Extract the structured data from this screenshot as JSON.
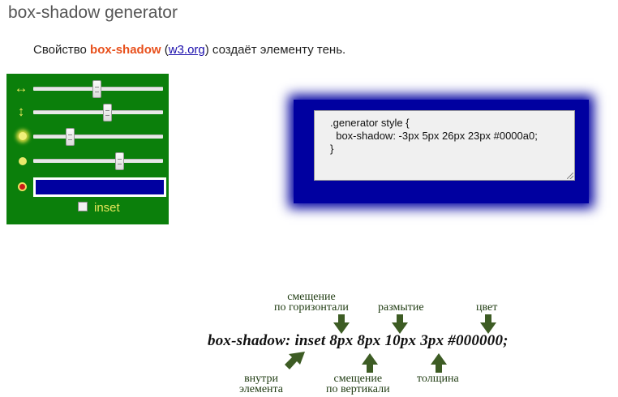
{
  "title": "box-shadow generator",
  "intro": {
    "before": "Свойство ",
    "property": "box-shadow",
    "paren_open": " (",
    "link": "w3.org",
    "paren_close": ")",
    "after": " создаёт элементу тень."
  },
  "controls": {
    "sliders": [
      {
        "name": "horizontal-offset",
        "icon": "horizontal-arrows-icon",
        "value_fraction": 0.49
      },
      {
        "name": "vertical-offset",
        "icon": "vertical-arrows-icon",
        "value_fraction": 0.57
      },
      {
        "name": "blur",
        "icon": "glow-dot-icon",
        "value_fraction": 0.28
      },
      {
        "name": "spread",
        "icon": "dot-icon",
        "value_fraction": 0.66
      }
    ],
    "color": "#0000a0",
    "inset_label": "inset",
    "inset_checked": false
  },
  "preview": {
    "shadow_color": "#0000a0",
    "code": [
      ".generator style {",
      "  box-shadow: -3px 5px 26px 23px #0000a0;",
      "}"
    ]
  },
  "diagram": {
    "syntax": "box-shadow: inset 8px 8px 10px 3px #000000;",
    "labels": {
      "h_offset": [
        "смещение",
        "по горизонтали"
      ],
      "blur": "размытие",
      "color": "цвет",
      "inset": [
        "внутри",
        "элемента"
      ],
      "v_offset": [
        "смещение",
        "по вертикали"
      ],
      "spread": "толщина"
    },
    "arrow_color": "#3d5c24"
  }
}
